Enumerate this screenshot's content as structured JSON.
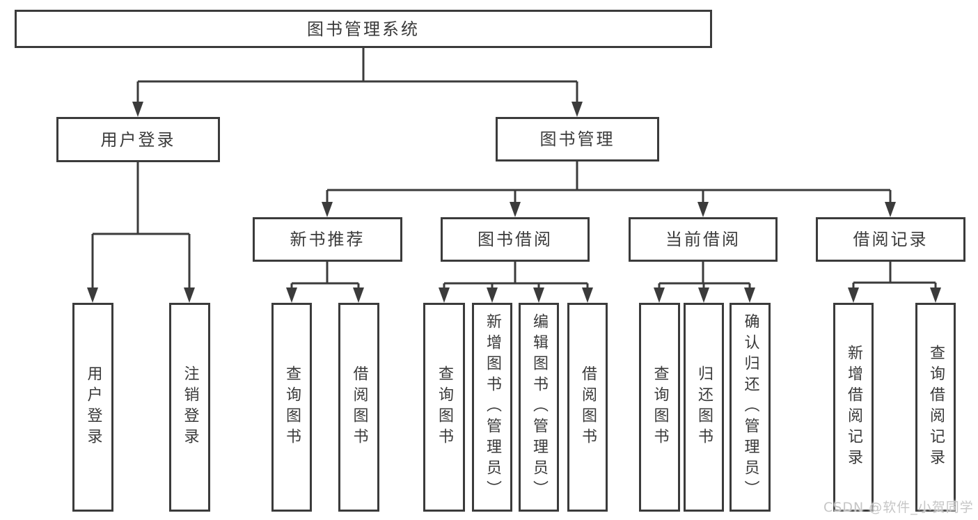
{
  "diagram": {
    "title": "图书管理系统",
    "watermark": "CSDN @软件_小贺同学",
    "colors": {
      "line": "#3b3b3b",
      "text": "#3a3a3a",
      "background": "#ffffff",
      "watermark": "#c6c6c6"
    },
    "root": {
      "label": "图书管理系统"
    },
    "level1": [
      {
        "id": "user-login",
        "label": "用户登录"
      },
      {
        "id": "book-management",
        "label": "图书管理"
      }
    ],
    "level2": [
      {
        "id": "new-book-recommend",
        "label": "新书推荐"
      },
      {
        "id": "book-borrowing",
        "label": "图书借阅"
      },
      {
        "id": "current-borrowing",
        "label": "当前借阅"
      },
      {
        "id": "borrowing-records",
        "label": "借阅记录"
      }
    ],
    "leaves": {
      "user_login": [
        "用户登录",
        "注销登录"
      ],
      "new_book_recommend": [
        "查询图书",
        "借阅图书"
      ],
      "book_borrowing": [
        "查询图书",
        "新增图书（管理员）",
        "编辑图书（管理员）",
        "借阅图书"
      ],
      "current_borrowing": [
        "查询图书",
        "归还图书",
        "确认归还（管理员）"
      ],
      "borrowing_records": [
        "新增借阅记录",
        "查询借阅记录"
      ]
    }
  }
}
